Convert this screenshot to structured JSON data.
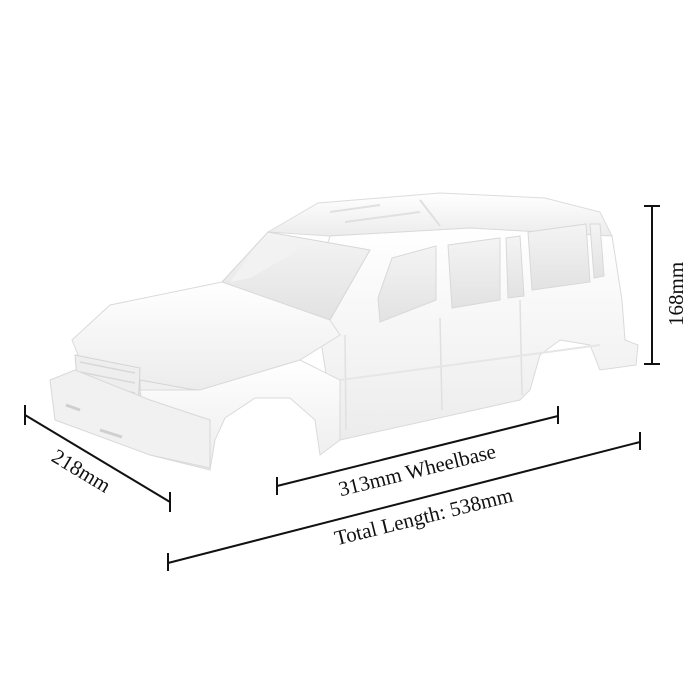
{
  "product": {
    "subject": "RC car body shell (white, unpainted SUV)",
    "color": "#f7f7f7"
  },
  "dimensions": {
    "width": {
      "label": "218mm",
      "value": 218,
      "unit": "mm"
    },
    "height": {
      "label": "168mm",
      "value": 168,
      "unit": "mm"
    },
    "wheelbase": {
      "label": "313mm Wheelbase",
      "value": 313,
      "unit": "mm"
    },
    "total_length": {
      "label": "Total Length: 538mm",
      "value": 538,
      "unit": "mm"
    }
  },
  "colors": {
    "background": "#ffffff",
    "line": "#111111",
    "body": "#f6f6f6",
    "shadow": "#e4e4e4",
    "window": "#ececec"
  }
}
